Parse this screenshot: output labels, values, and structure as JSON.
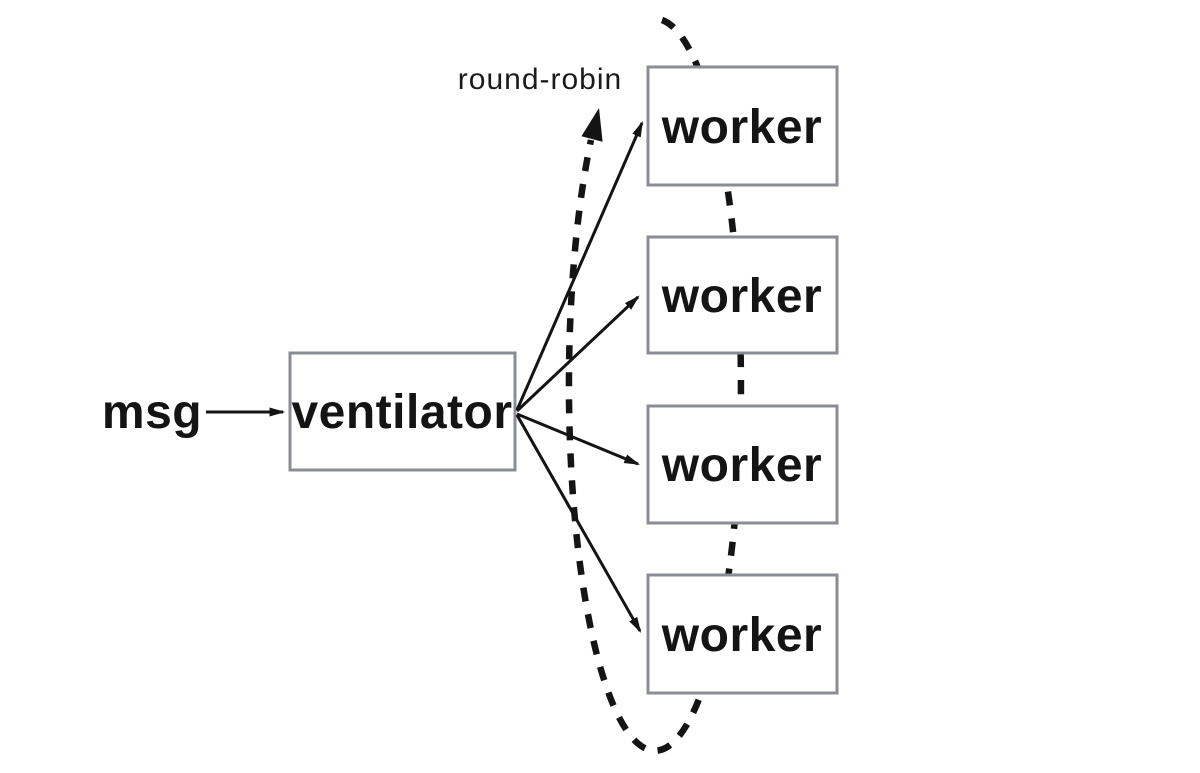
{
  "diagram": {
    "labels": {
      "msg": "msg",
      "ventilator": "ventilator",
      "round_robin": "round-robin"
    },
    "workers": [
      {
        "label": "worker"
      },
      {
        "label": "worker"
      },
      {
        "label": "worker"
      },
      {
        "label": "worker"
      }
    ],
    "colors": {
      "background": "#ffffff",
      "box_border": "#8a8d93",
      "box_fill": "#ffffff",
      "line": "#141414",
      "text": "#141414"
    }
  }
}
